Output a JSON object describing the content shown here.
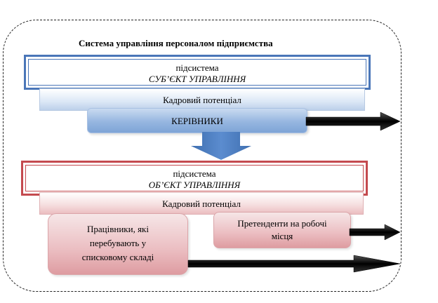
{
  "title": "Система управління персоналом підприємства",
  "subject": {
    "line1": "підсистема",
    "line2": "СУБ’ЄКТ УПРАВЛІННЯ",
    "potential": "Кадровий потенціал",
    "managers": "КЕРІВНИКИ"
  },
  "object": {
    "line1": "підсистема",
    "line2": "ОБ’ЄКТ  УПРАВЛІННЯ",
    "potential": "Кадровий потенціал",
    "workers": [
      "Працівники, які",
      "перебувають у",
      "списковому складі"
    ],
    "candidates": [
      "Претенденти на робочі",
      "місця"
    ]
  },
  "colors": {
    "subject_border": "#4a76b8",
    "object_border": "#c44a4f",
    "down_arrow": "#4f81bd"
  }
}
